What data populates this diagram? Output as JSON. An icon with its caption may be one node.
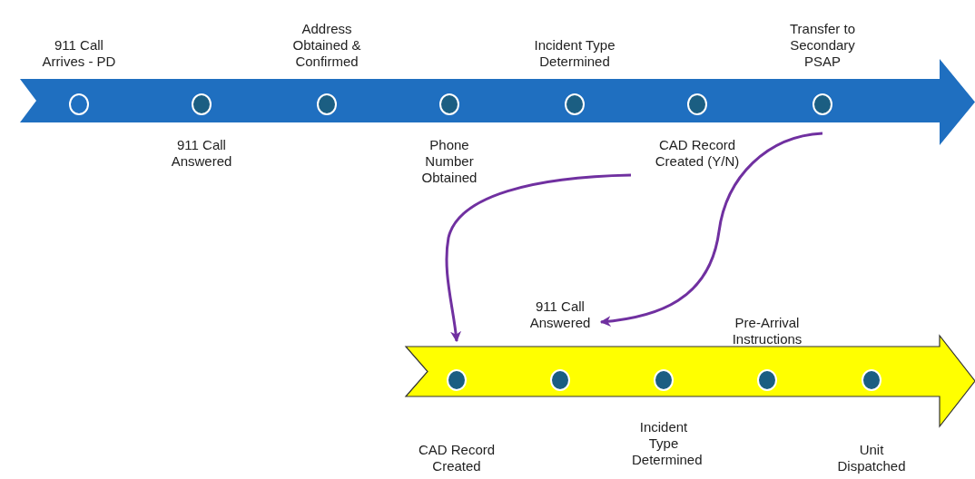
{
  "diagram": {
    "nodes": [
      {
        "text": [],
        "shape": "arrow"
      },
      {
        "text": [],
        "shape": "circle",
        "in": 0,
        "beside": [
          "911 Call Arrives - PD"
        ]
      },
      {
        "text": [],
        "shape": "circle",
        "in": 0,
        "beside": [
          "911 Call Answered"
        ]
      },
      {
        "text": [],
        "shape": "circle",
        "in": 0,
        "beside": [
          "Address Obtained & Confirmed"
        ]
      },
      {
        "text": [],
        "shape": "circle",
        "in": 0,
        "beside": [
          "Phone Number Obtained"
        ]
      },
      {
        "text": [],
        "shape": "circle",
        "in": 0,
        "beside": [
          "Incident Type Determined"
        ]
      },
      {
        "text": [],
        "shape": "circle",
        "in": 0,
        "beside": [
          "CAD Record Created (Y/N)"
        ]
      },
      {
        "text": [],
        "shape": "circle",
        "in": 0,
        "beside": [
          "Transfer to Secondary PSAP"
        ]
      },
      {
        "text": [],
        "shape": "arrow"
      },
      {
        "text": [],
        "shape": "circle",
        "in": 8,
        "beside": [
          "CAD Record Created"
        ]
      },
      {
        "text": [],
        "shape": "circle",
        "in": 8,
        "beside": [
          "911 Call Answered"
        ]
      },
      {
        "text": [],
        "shape": "circle",
        "in": 8,
        "beside": [
          "Incident Type Determined"
        ]
      },
      {
        "text": [],
        "shape": "circle",
        "in": 8,
        "beside": [
          "Pre-Arrival Instructions"
        ]
      },
      {
        "text": [],
        "shape": "circle",
        "in": 8,
        "beside": [
          "Unit Dispatched"
        ]
      }
    ],
    "edges": [
      {
        "from": 6,
        "to": 9,
        "arrow": "to"
      },
      {
        "from": 7,
        "to": 10,
        "arrow": "to"
      }
    ]
  }
}
